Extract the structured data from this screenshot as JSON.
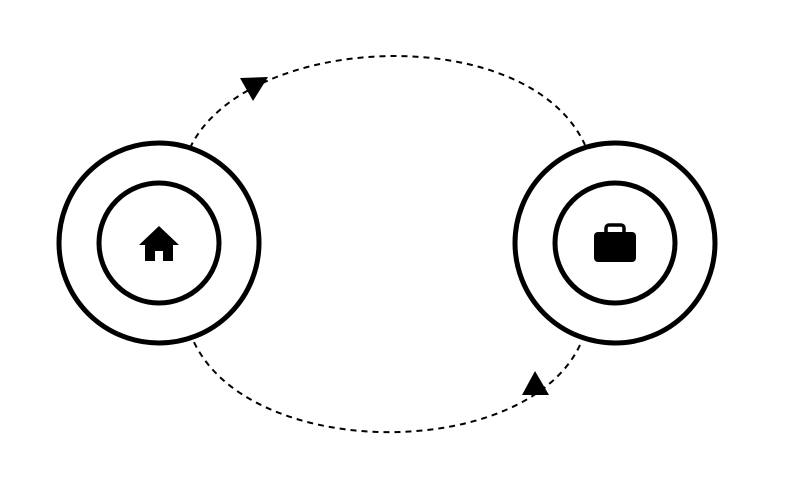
{
  "diagram": {
    "nodes": [
      {
        "id": "home",
        "icon": "home-icon"
      },
      {
        "id": "work",
        "icon": "briefcase-icon"
      }
    ],
    "edges": [
      {
        "from": "home",
        "to": "work",
        "style": "dashed",
        "direction": "clockwise-top"
      },
      {
        "from": "work",
        "to": "home",
        "style": "dashed",
        "direction": "clockwise-bottom"
      }
    ],
    "colors": {
      "stroke": "#000000",
      "background": "#ffffff"
    }
  }
}
